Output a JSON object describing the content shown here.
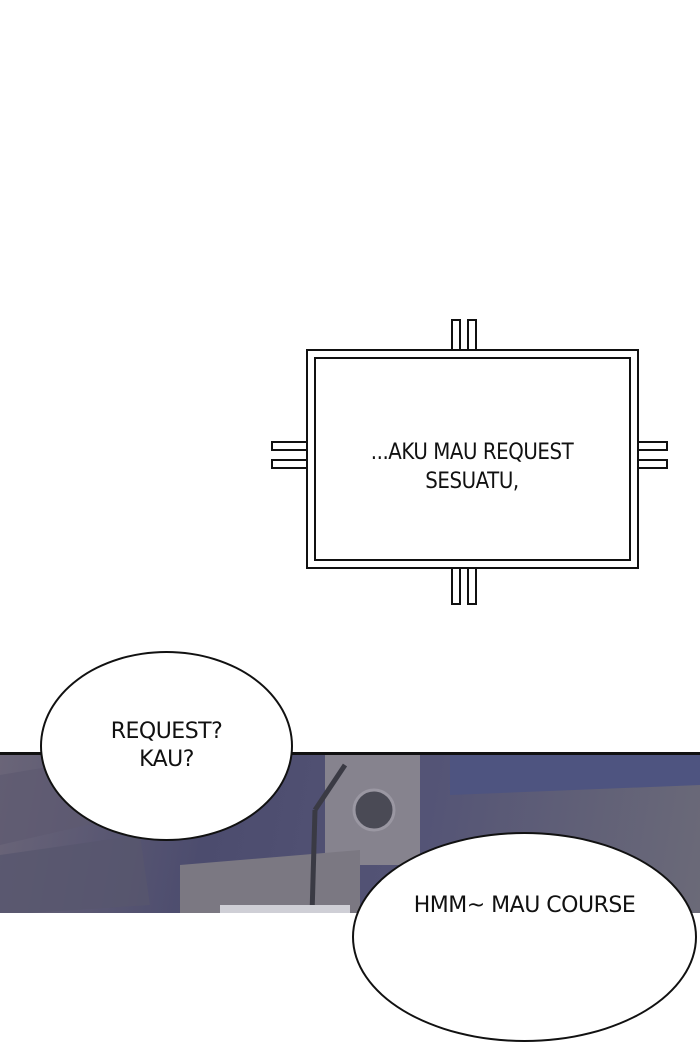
{
  "caption": {
    "lines": [
      "...AKU MAU REQUEST",
      "SESUATU,"
    ]
  },
  "bubbles": [
    {
      "lines": [
        "REQUEST?",
        "KAU?"
      ]
    },
    {
      "lines": [
        "HMM~ MAU COURSE"
      ]
    }
  ],
  "colors": {
    "panel_bg": "#545476",
    "ink": "#111111"
  }
}
